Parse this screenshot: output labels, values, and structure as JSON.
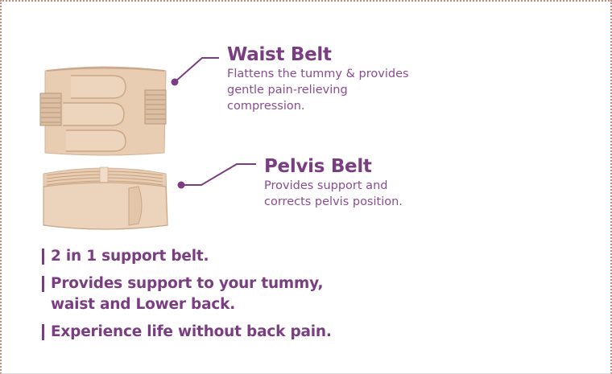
{
  "colors": {
    "accent": "#7b3d82",
    "body_text": "#8a4c90",
    "belt": "#e8cdb3",
    "border_dots": "#c98a78"
  },
  "products": {
    "waist_belt": {
      "title": "Waist Belt",
      "description": "Flattens the tummy & provides gentle pain-relieving compression.",
      "icon": "waist-belt-image"
    },
    "pelvis_belt": {
      "title": "Pelvis Belt",
      "description": "Provides support and corrects pelvis position.",
      "icon": "pelvis-belt-image"
    }
  },
  "features": [
    {
      "text": "2 in 1 support belt."
    },
    {
      "text": "Provides support to your tummy,\nwaist and Lower back."
    },
    {
      "text": "Experience life without back pain."
    }
  ]
}
